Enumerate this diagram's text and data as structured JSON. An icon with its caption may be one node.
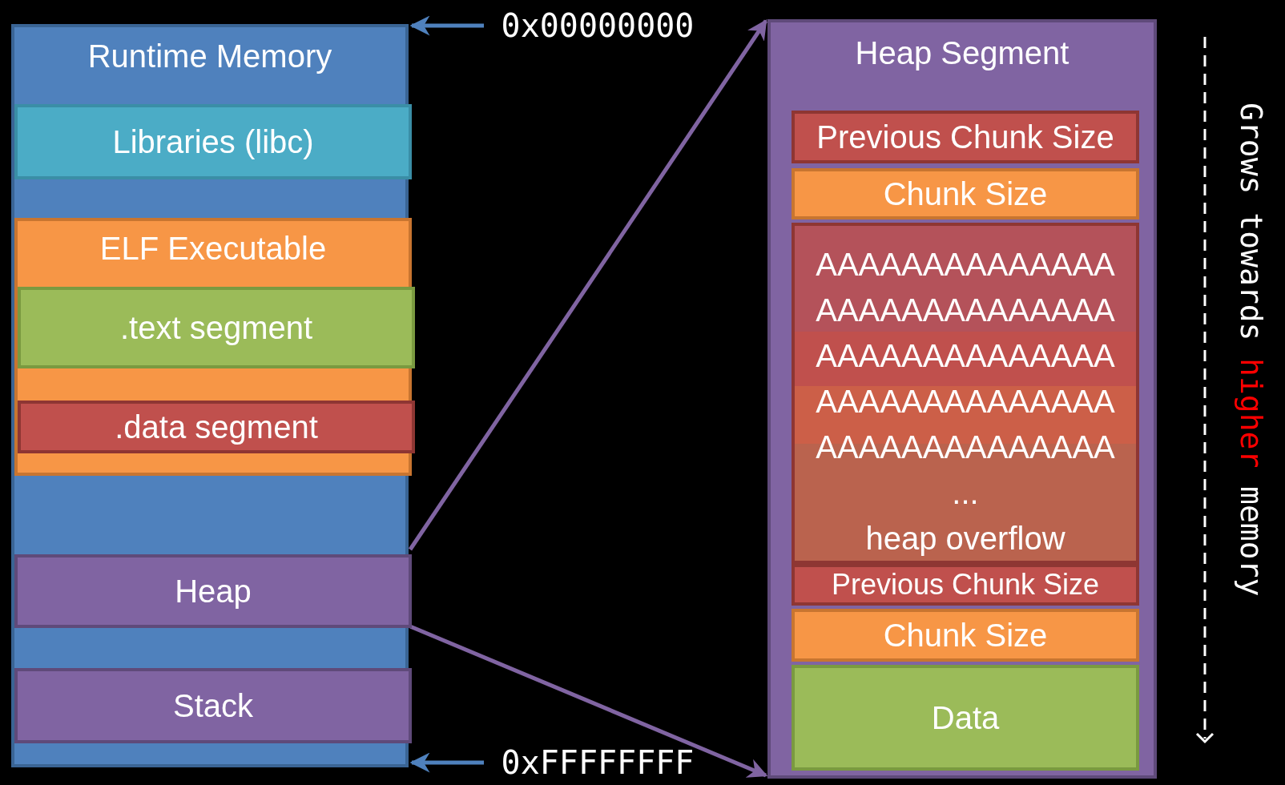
{
  "diagram": {
    "nodes": [
      {
        "text": [
          "Runtime Memory"
        ]
      },
      {
        "text": [
          "Libraries (libc)"
        ],
        "in": 0
      },
      {
        "text": [
          "ELF Executable"
        ],
        "in": 0
      },
      {
        "text": [
          ".text segment"
        ],
        "in": 2
      },
      {
        "text": [
          ".data segment"
        ],
        "in": 2
      },
      {
        "text": [
          "Heap"
        ],
        "in": 0
      },
      {
        "text": [
          "Stack"
        ],
        "in": 0
      },
      {
        "text": [
          "0x00000000"
        ]
      },
      {
        "text": [
          "0xFFFFFFFF"
        ]
      },
      {
        "text": [
          "Heap Segment"
        ]
      },
      {
        "text": [
          "Previous Chunk Size"
        ],
        "in": 9
      },
      {
        "text": [
          "Chunk Size"
        ],
        "in": 9
      },
      {
        "text": [
          "AAAAAAAAAAAAAA",
          "AAAAAAAAAAAAAA",
          "AAAAAAAAAAAAAA",
          "AAAAAAAAAAAAAA",
          "AAAAAAAAAAAAAA",
          "...",
          "heap overflow"
        ],
        "in": 9
      },
      {
        "text": [
          "Previous Chunk Size"
        ],
        "in": 9
      },
      {
        "text": [
          "Chunk Size"
        ],
        "in": 9
      },
      {
        "text": [
          "Data"
        ],
        "in": 9
      }
    ],
    "edges": [
      {
        "from": 7,
        "to": 0,
        "arrow": "to"
      },
      {
        "from": 8,
        "to": 0,
        "arrow": "to"
      },
      {
        "from": 5,
        "to": 9,
        "arrow": "to",
        "color": "#8064a2"
      },
      {
        "from": 5,
        "to": 9,
        "arrow": "to",
        "color": "#8064a2"
      }
    ],
    "labels": [
      "Grows towards",
      "higher",
      "memory"
    ]
  }
}
